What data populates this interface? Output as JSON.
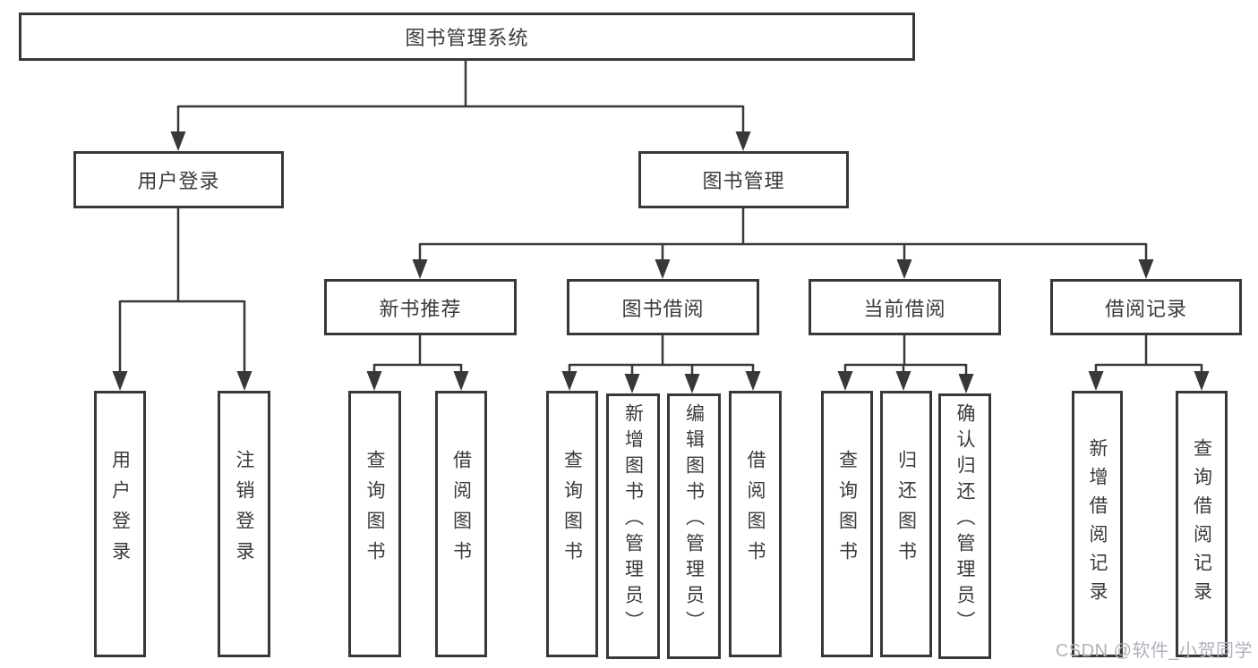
{
  "tree": {
    "label": "图书管理系统",
    "children": [
      {
        "label": "用户登录",
        "children": [
          {
            "label": "用户登录"
          },
          {
            "label": "注销登录"
          }
        ]
      },
      {
        "label": "图书管理",
        "children": [
          {
            "label": "新书推荐",
            "children": [
              {
                "label": "查询图书"
              },
              {
                "label": "借阅图书"
              }
            ]
          },
          {
            "label": "图书借阅",
            "children": [
              {
                "label": "查询图书"
              },
              {
                "label": "新增图书（管理员）"
              },
              {
                "label": "编辑图书（管理员）"
              },
              {
                "label": "借阅图书"
              }
            ]
          },
          {
            "label": "当前借阅",
            "children": [
              {
                "label": "查询图书"
              },
              {
                "label": "归还图书"
              },
              {
                "label": "确认归还（管理员）"
              }
            ]
          },
          {
            "label": "借阅记录",
            "children": [
              {
                "label": "新增借阅记录"
              },
              {
                "label": "查询借阅记录"
              }
            ]
          }
        ]
      }
    ]
  },
  "watermark": {
    "text": "CSDN @软件_小贺同学"
  },
  "colors": {
    "line": "#383838",
    "text": "#3a3a3a",
    "watermark": "#aeb3ba",
    "background": "#ffffff"
  }
}
